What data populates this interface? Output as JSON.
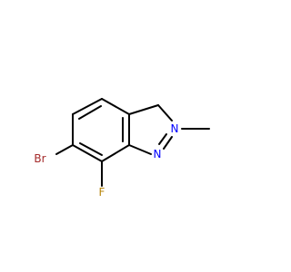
{
  "molecule": {
    "atoms": {
      "br": {
        "label": "Br",
        "color": "#a52a2a"
      },
      "f": {
        "label": "F",
        "color": "#b8860b"
      },
      "n1": {
        "label": "N",
        "color": "#0000ff"
      },
      "n2": {
        "label": "N",
        "color": "#0000ff"
      }
    },
    "bond_color": "#000000",
    "background": "#ffffff"
  }
}
